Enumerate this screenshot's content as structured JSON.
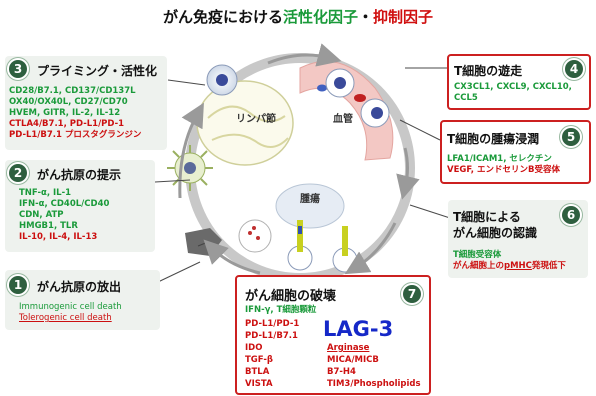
{
  "title": {
    "prefix": "がん免疫における",
    "activation": "活性化因子",
    "dot": "・",
    "suppression": "抑制因子"
  },
  "labels": {
    "lymph": "リンパ節",
    "blood": "血管",
    "tumor": "腫瘍"
  },
  "steps": [
    {
      "num": "3",
      "heading": "プライミング・活性化",
      "lines": [
        "CD28/B7.1, CD137/CD137L",
        "OX40/OX40L, CD27/CD70",
        "HVEM, GITR, IL-2, IL-12",
        "CTLA4/B7.1, PD-L1/PD-1",
        "PD-L1/B7.1 プロスタグランジン"
      ]
    },
    {
      "num": "2",
      "heading": "がん抗原の提示",
      "lines": [
        "TNF-α, IL-1",
        "IFN-α, CD40L/CD40",
        "CDN, ATP",
        "HMGB1, TLR",
        "IL-10, IL-4, IL-13"
      ]
    },
    {
      "num": "1",
      "heading": "がん抗原の放出",
      "lines": [
        "Immunogenic cell death",
        "Tolerogenic cell death"
      ]
    },
    {
      "num": "4",
      "heading": "T細胞の遊走",
      "lines": [
        "CX3CL1, CXCL9, CXCL10,",
        "CCL5"
      ]
    },
    {
      "num": "5",
      "heading": "T細胞の腫瘍浸潤",
      "lines": [
        "LFA1/ICAM1, セレクチン",
        "VEGF, エンドセリンB受容体"
      ]
    },
    {
      "num": "6",
      "heading1": "T細胞による",
      "heading2": "がん細胞の認識",
      "lines": [
        "T細胞受容体"
      ],
      "line2_pre": "がん細胞上の",
      "line2_ul": "pMHC",
      "line2_post": "発現低下"
    },
    {
      "num": "7",
      "heading": "がん細胞の破壊",
      "lines": [
        "IFN-γ, T細胞顆粒"
      ],
      "left": [
        "PD-L1/PD-1",
        "PD-L1/B7.1",
        "IDO",
        "TGF-β",
        "BTLA",
        "VISTA"
      ],
      "lag": "LAG-3",
      "right": [
        "Arginase",
        "MICA/MICB",
        "B7-H4",
        "TIM3/Phospholipids"
      ]
    }
  ],
  "colors": {
    "activation": "#1a9a3a",
    "suppression": "#cc1010",
    "badge": "#2e5f3f",
    "lag": "#1528c8"
  },
  "icons": [
    "lymph-node-illustration",
    "blood-vessel-illustration",
    "dendritic-cell-icon",
    "t-cell-icon",
    "tumor-cell-icon"
  ]
}
